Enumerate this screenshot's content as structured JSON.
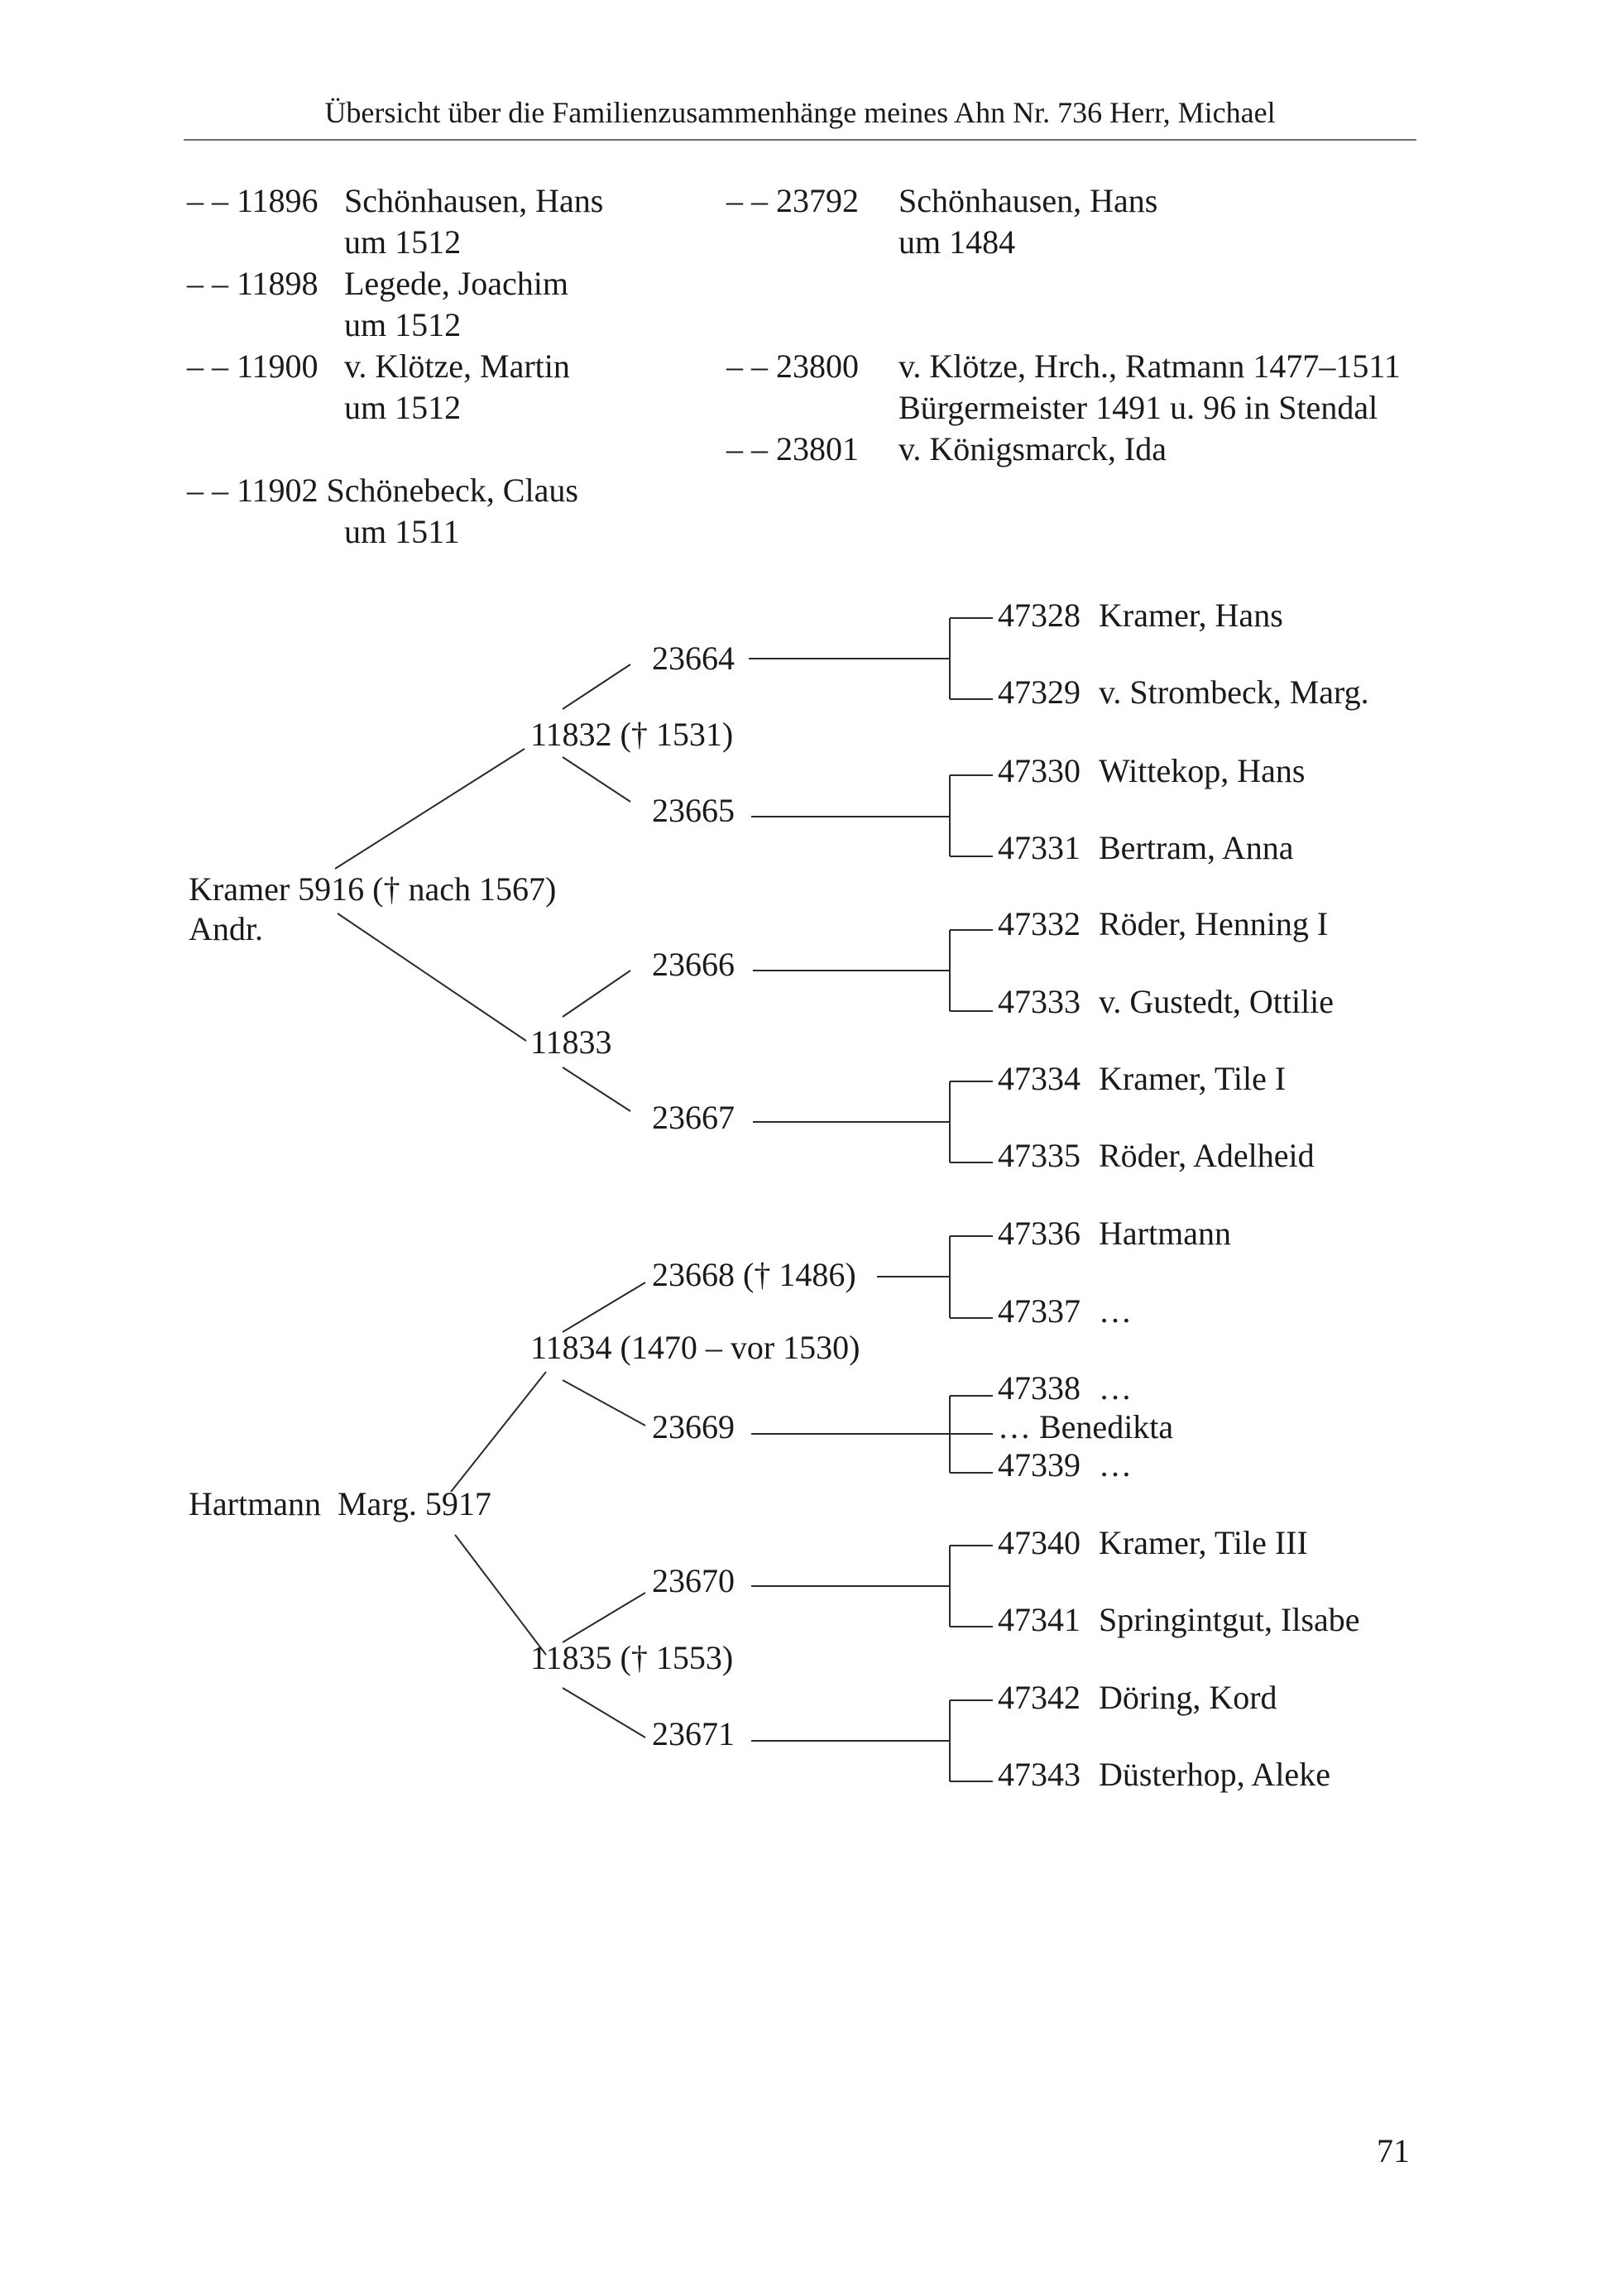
{
  "header": "Übersicht über die Familienzusammenhänge meines Ahn Nr. 736 Herr, Michael",
  "list_left": [
    {
      "num": "– – 11896",
      "name": "Schönhausen, Hans",
      "sub": "um 1512"
    },
    {
      "num": "– – 11898",
      "name": "Legede, Joachim",
      "sub": "um 1512"
    },
    {
      "num": "– – 11900",
      "name": "v. Klötze, Martin",
      "sub": "um 1512"
    },
    {
      "line": "– – 11902 Schönebeck, Claus",
      "sub": "um 1511"
    }
  ],
  "list_right": [
    {
      "num": "– – 23792",
      "name": "Schönhausen, Hans",
      "sub": "um 1484"
    },
    {
      "num": "– – 23800",
      "name": "v. Klötze, Hrch., Ratmann 1477–1511",
      "sub": "Bürgermeister 1491 u. 96 in Stendal"
    },
    {
      "num": "– – 23801",
      "name": "v. Königsmarck, Ida"
    }
  ],
  "tree1": {
    "root": [
      "Kramer 5916 († nach 1567)",
      "Andr."
    ],
    "gen1": [
      "11832 († 1531)",
      "11833"
    ],
    "gen2": [
      "23664",
      "23665",
      "23666",
      "23667"
    ],
    "gen3": [
      {
        "num": "47328",
        "name": "Kramer, Hans"
      },
      {
        "num": "47329",
        "name": "v. Strombeck, Marg."
      },
      {
        "num": "47330",
        "name": "Wittekop, Hans"
      },
      {
        "num": "47331",
        "name": "Bertram, Anna"
      },
      {
        "num": "47332",
        "name": "Röder, Henning I"
      },
      {
        "num": "47333",
        "name": "v. Gustedt, Ottilie"
      },
      {
        "num": "47334",
        "name": "Kramer, Tile I"
      },
      {
        "num": "47335",
        "name": "Röder, Adelheid"
      }
    ]
  },
  "tree2": {
    "root": "Hartmann  Marg. 5917",
    "gen1": [
      "11834 (1470 – vor 1530)",
      "11835 († 1553)"
    ],
    "gen2": [
      "23668 († 1486)",
      "23669",
      "23670",
      "23671"
    ],
    "gen3": [
      {
        "num": "47336",
        "name": "Hartmann"
      },
      {
        "num": "47337",
        "name": "…"
      },
      {
        "num": "47338",
        "name": "…"
      },
      {
        "num": "",
        "name": "… Benedikta"
      },
      {
        "num": "47339",
        "name": "…"
      },
      {
        "num": "47340",
        "name": "Kramer, Tile III"
      },
      {
        "num": "47341",
        "name": "Springintgut, Ilsabe"
      },
      {
        "num": "47342",
        "name": "Döring, Kord"
      },
      {
        "num": "47343",
        "name": "Düsterhop, Aleke"
      }
    ]
  },
  "page_number": "71"
}
